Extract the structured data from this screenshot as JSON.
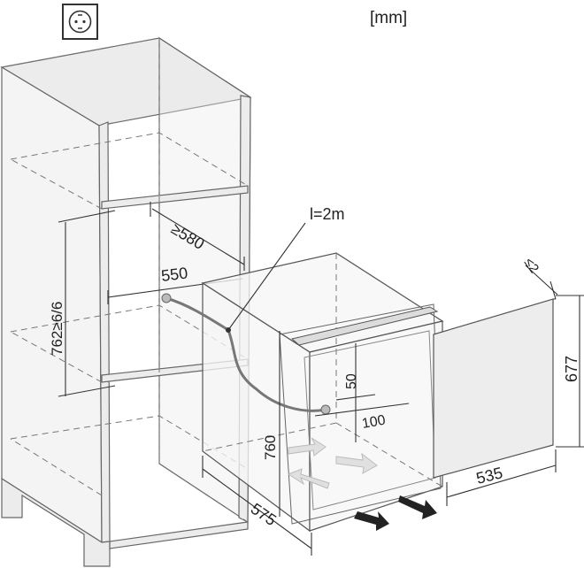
{
  "units": "[mm]",
  "socket_icon": "power-socket-icon",
  "labels": {
    "cable_length": "l=2m",
    "niche_depth": "≥580",
    "niche_width": "550",
    "niche_height": "762≥6/6",
    "appliance_height": "760",
    "appliance_depth": "575",
    "door_height": "677",
    "door_width": "535",
    "door_gap": "≤2",
    "vent_offset": "50",
    "plug_offset": "100"
  }
}
